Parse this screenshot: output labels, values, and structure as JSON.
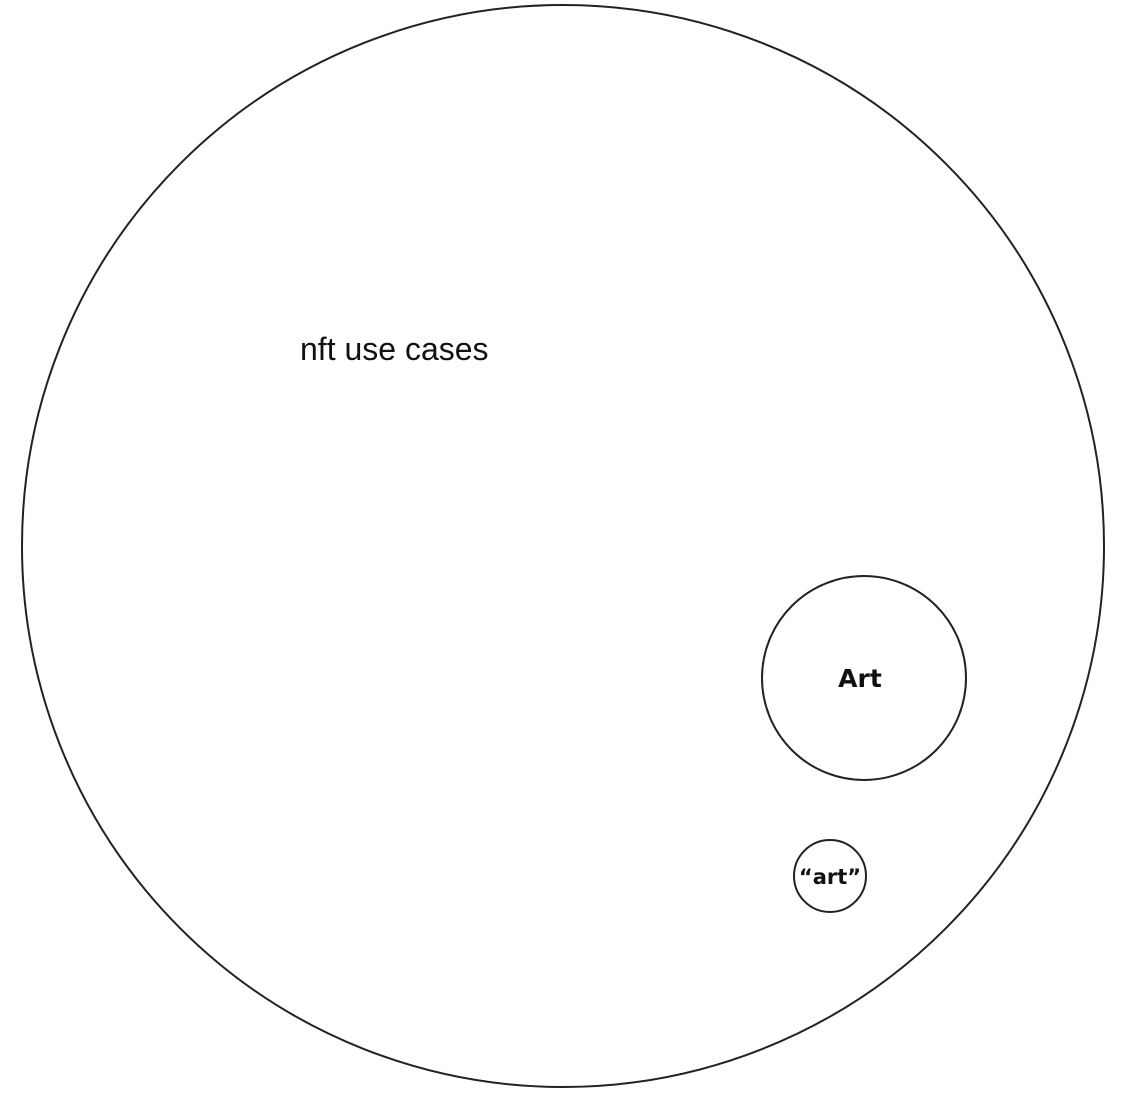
{
  "diagram": {
    "outer_circle": {
      "label": "nft use cases"
    },
    "inner_circle_large": {
      "label": "Art"
    },
    "inner_circle_small": {
      "label": "“art”"
    }
  },
  "colors": {
    "stroke": "#222222",
    "text": "#111111",
    "background": "#ffffff"
  }
}
